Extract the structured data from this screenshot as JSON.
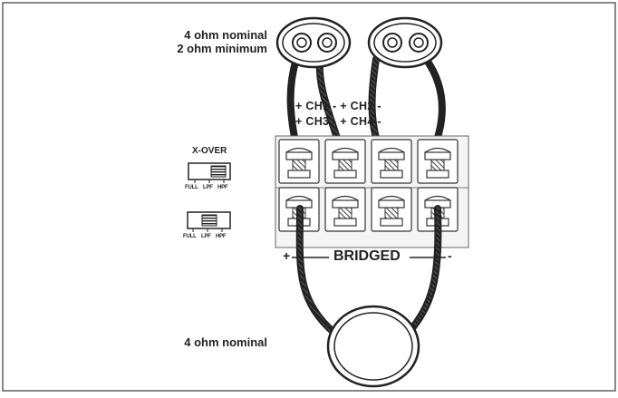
{
  "labels": {
    "impedance_top_line1": "4 ohm nominal",
    "impedance_top_line2": "2 ohm minimum",
    "ch_row1": "+ CH1 - + CH2 -",
    "ch_row2": "+ CH3 - + CH4 -",
    "bridged": "BRIDGED",
    "plus": "+",
    "minus": "-",
    "impedance_bottom": "4 ohm nominal",
    "xover_title": "X-OVER"
  },
  "switches": [
    {
      "positions": [
        "FULL",
        "LPF",
        "HPF"
      ],
      "selected": "HPF"
    },
    {
      "positions": [
        "FULL",
        "LPF",
        "HPF"
      ],
      "selected": "LPF"
    }
  ],
  "terminal_block": {
    "rows": 2,
    "columns": 4
  },
  "colors": {
    "line": "#222222",
    "fill": "#f4f4f4",
    "frame": "#444444"
  }
}
